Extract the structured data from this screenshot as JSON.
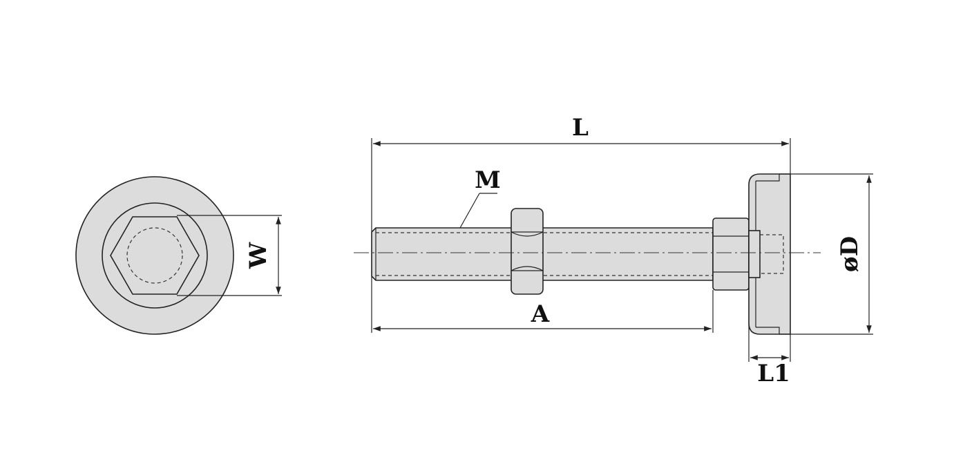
{
  "labels": {
    "overall_length": "L",
    "thread": "M",
    "thread_length": "A",
    "base_diameter": "øD",
    "base_thickness": "L1",
    "hex_width": "W"
  },
  "colors": {
    "part_fill": "#dcdcdc",
    "outline": "#222222"
  }
}
